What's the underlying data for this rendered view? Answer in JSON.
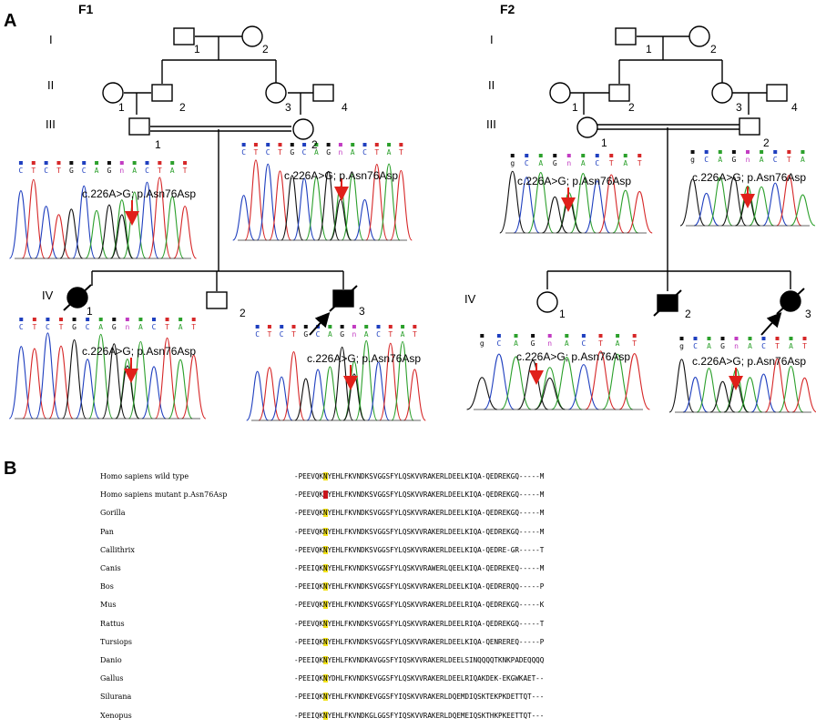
{
  "panels": {
    "a": "A",
    "b": "B"
  },
  "families": {
    "f1": {
      "title": "F1"
    },
    "f2": {
      "title": "F2"
    }
  },
  "generations": [
    "I",
    "II",
    "III",
    "IV"
  ],
  "mutation_label": "c.226A>G; p.Asn76Asp",
  "individual_numbers": {
    "f1": {
      "I": [
        "1",
        "2"
      ],
      "II": [
        "1",
        "2",
        "3",
        "4"
      ],
      "III": [
        "1",
        "2"
      ],
      "IV": [
        "1",
        "2",
        "3"
      ]
    },
    "f2": {
      "I": [
        "1",
        "2"
      ],
      "II": [
        "1",
        "2",
        "3",
        "4"
      ],
      "III": [
        "1",
        "2"
      ],
      "IV": [
        "1",
        "2",
        "3"
      ]
    }
  },
  "chromatogram_bases": {
    "f1_iii1": "CTCTGCAGnACTAT",
    "f1_iii2": "CTCTGCAGnACTAT",
    "f1_iv1": "CTCTGCAGnACTAT",
    "f1_iv3": "CTCTGCAGnACTAT",
    "f2_iii1": "gCAGnACTAT",
    "f2_iii2": "gCAGnACTA",
    "f2_iv1": "gCAGnACTAT",
    "f2_iv3": "gCAGnACTAT"
  },
  "colors": {
    "arrow": "#e0201a",
    "A": "#2ca02c",
    "C": "#1f3fbf",
    "G": "#111111",
    "T": "#d62728",
    "n": "#c23cc2"
  },
  "alignment": [
    {
      "species": "Homo sapiens wild type",
      "pre": "-PEEVQK",
      "site": "N",
      "post": "YEHLFKVNDKSVGGSFYLQSKVVRAKERLDEELKIQA-QEDREKGQ-----M",
      "hl": "yellow"
    },
    {
      "species": "Homo sapiens mutant p.Asn76Asp",
      "pre": "-PEEVQK",
      "site": "N",
      "post": "YEHLFKVNDKSVGGSFYLQSKVVRAKERLDEELKIQA-QEDREKGQ-----M",
      "hl": "red"
    },
    {
      "species": "Gorilla",
      "pre": "-PEEVQK",
      "site": "N",
      "post": "YEHLFKVNDKSVGGSFYLQSKVVRAKERLDEELKIQA-QEDREKGQ-----M",
      "hl": "yellow"
    },
    {
      "species": "Pan",
      "pre": "-PEEVQK",
      "site": "N",
      "post": "YEHLFKVNDKSVGGSFYLQSKVVRAKERLDEELKIQA-QEDREKGQ-----M",
      "hl": "yellow"
    },
    {
      "species": "Callithrix",
      "pre": "-PEEVQK",
      "site": "N",
      "post": "YEHLFKVNDKSVGGSFYLQSKVVRAKERLDEELKIQA-QEDRE-GR-----T",
      "hl": "yellow"
    },
    {
      "species": "Canis",
      "pre": "-PEEIQK",
      "site": "N",
      "post": "YEHLFKVNDKSVGGSFYLQSKVVRAWERLQEELKIQA-QEDREKEQ-----M",
      "hl": "yellow"
    },
    {
      "species": "Bos",
      "pre": "-PEEIQK",
      "site": "N",
      "post": "YEHLFKVNDKSVGGSFYLQSKVVRAKERLDEELKIQA-QEDRERQQ-----P",
      "hl": "yellow"
    },
    {
      "species": "Mus",
      "pre": "-PEEVQK",
      "site": "N",
      "post": "YEHLFKVNDKSVGGSFYLQSKVVRAKERLDEELRIQA-QEDREKGQ-----K",
      "hl": "yellow"
    },
    {
      "species": "Rattus",
      "pre": "-PEEVQK",
      "site": "N",
      "post": "YEHLFKVNDKSVGGSFYLQSKVVRAKERLDEELRIQA-QEDREKGQ-----T",
      "hl": "yellow"
    },
    {
      "species": "Tursiops",
      "pre": "-PEEIQK",
      "site": "N",
      "post": "YEHLFKVNDKSVGGSFYLQSKVVRAKERLDEELKIQA-QENREREQ-----P",
      "hl": "yellow"
    },
    {
      "species": "Danio",
      "pre": "-PEEIQK",
      "site": "N",
      "post": "YEHLFKVNDKAVGGSFYIQSKVVRAKERLDEELSINQQQQTKNKPADEQQQQ",
      "hl": "yellow"
    },
    {
      "species": "Gallus",
      "pre": "-PEEIQK",
      "site": "N",
      "post": "YDHLFKVNDKSVGGSFYLQSKVVRAKERLDEELRIQAKDEK-EKGWKAET--",
      "hl": "yellow"
    },
    {
      "species": "Silurana",
      "pre": "-PEEIQK",
      "site": "N",
      "post": "YEHLFKVNDKEVGGSFYIQSKVVRAKERLDQEMDIQSKTEKPKDETTQT---",
      "hl": "yellow"
    },
    {
      "species": "Xenopus",
      "pre": "-PEEIQK",
      "site": "N",
      "post": "YEHLFKVNDKGLGGSFYIQSKVVRAKERLDQEMEIQSKTHKPKEETTQT---",
      "hl": "yellow"
    }
  ]
}
